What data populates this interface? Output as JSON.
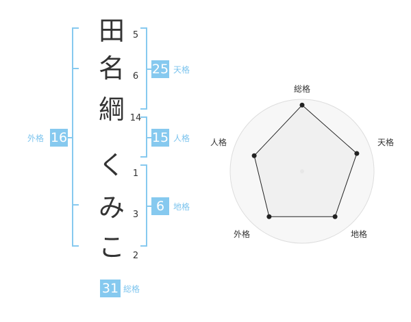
{
  "name": {
    "chars": [
      {
        "char": "田",
        "strokes": "5"
      },
      {
        "char": "名",
        "strokes": "6"
      },
      {
        "char": "綱",
        "strokes": "14"
      },
      {
        "char": "く",
        "strokes": "1"
      },
      {
        "char": "み",
        "strokes": "3"
      },
      {
        "char": "こ",
        "strokes": "2"
      }
    ]
  },
  "kaku": {
    "tenkaku": {
      "label": "天格",
      "value": "25"
    },
    "jinkaku": {
      "label": "人格",
      "value": "15"
    },
    "chikaku": {
      "label": "地格",
      "value": "6"
    },
    "gaikaku": {
      "label": "外格",
      "value": "16"
    },
    "soukaku": {
      "label": "総格",
      "value": "31"
    }
  },
  "colors": {
    "accent": "#86c9ef",
    "text": "#333333"
  },
  "chart_data": {
    "type": "radar",
    "axes": [
      "総格",
      "天格",
      "地格",
      "外格",
      "人格"
    ],
    "values": [
      0.92,
      0.8,
      0.78,
      0.78,
      0.7
    ],
    "range": [
      0,
      1
    ],
    "rings": 4,
    "grid": true
  }
}
